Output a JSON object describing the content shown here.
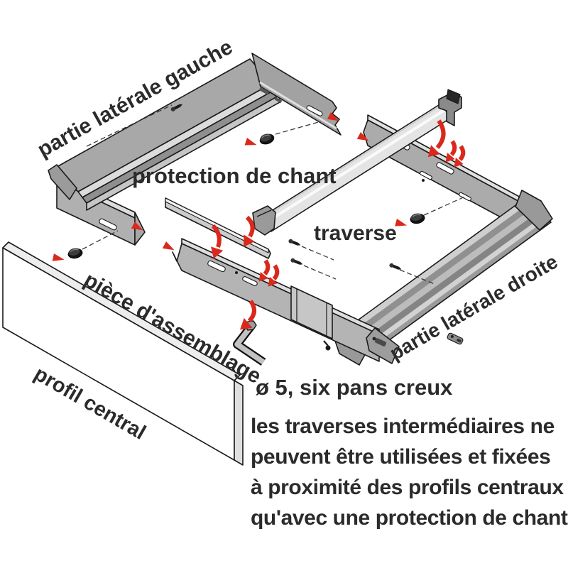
{
  "diagram": {
    "title_context": "exploded assembly diagram",
    "labels": {
      "left_side": "partie latérale gauche",
      "edge_protection": "protection de chant",
      "traverse": "traverse",
      "assembly_piece": "pièce d'assemblage",
      "central_profile": "profil central",
      "right_side": "partie latérale droite",
      "hex_key": "ø 5, six pans creux"
    },
    "note_lines": [
      "les traverses intermédiaires ne",
      "peuvent être utilisées et fixées",
      "à proximité des profils centraux",
      "qu'avec une protection de chant."
    ],
    "colors": {
      "arrow_red": "#da291c",
      "rail_gray": "#a8a8a8",
      "rail_light": "#dcdcdc",
      "rail_dark": "#8f8f8f",
      "panel_white": "#ffffff",
      "outline_black": "#1a1a1a",
      "text_color": "#2b2b2b"
    }
  }
}
